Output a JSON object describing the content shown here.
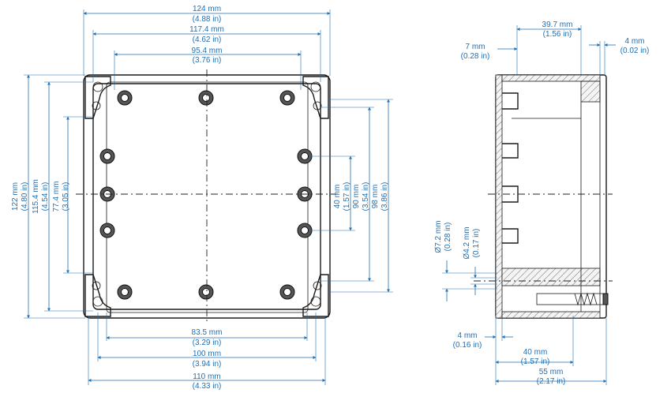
{
  "front_view": {
    "width_outer": {
      "mm": "124 mm",
      "in": "(4.88 in)"
    },
    "width_flange": {
      "mm": "117.4 mm",
      "in": "(4.62 in)"
    },
    "width_screws": {
      "mm": "95.4 mm",
      "in": "(3.76 in)"
    },
    "width_bottom1": {
      "mm": "83.5 mm",
      "in": "(3.29 in)"
    },
    "width_bottom2": {
      "mm": "100 mm",
      "in": "(3.94 in)"
    },
    "width_bottom3": {
      "mm": "110 mm",
      "in": "(4.33 in)"
    },
    "height_outer": {
      "mm": "122 mm",
      "in": "(4.80 in)"
    },
    "height_flange": {
      "mm": "115.4 mm",
      "in": "(4.54 in)"
    },
    "height_inner": {
      "mm": "77.4 mm",
      "in": "(3.05 in)"
    },
    "height_40": {
      "mm": "40 mm",
      "in": "(1.57 in)"
    },
    "height_90": {
      "mm": "90 mm",
      "in": "(3.54 in)"
    },
    "height_98": {
      "mm": "98 mm",
      "in": "(3.86 in)"
    }
  },
  "side_view": {
    "depth_lid": {
      "mm": "39.7 mm",
      "in": "(1.56 in)"
    },
    "lip_7": {
      "mm": "7 mm",
      "in": "(0.28 in)"
    },
    "lip_4_top": {
      "mm": "4 mm",
      "in": "(0.02 in)"
    },
    "hole_72": {
      "mm": "Ø7.2 mm",
      "in": "(0.28 in)"
    },
    "hole_42": {
      "mm": "Ø4.2 mm",
      "in": "(0.17 in)"
    },
    "lip_4_bot": {
      "mm": "4 mm",
      "in": "(0.16 in)"
    },
    "depth_40": {
      "mm": "40 mm",
      "in": "(1.57 in)"
    },
    "depth_55": {
      "mm": "55 mm",
      "in": "(2.17 in)"
    }
  },
  "colors": {
    "dimension": "#1f6fb2",
    "outline": "#1a1a1a",
    "face": "#ececec"
  }
}
